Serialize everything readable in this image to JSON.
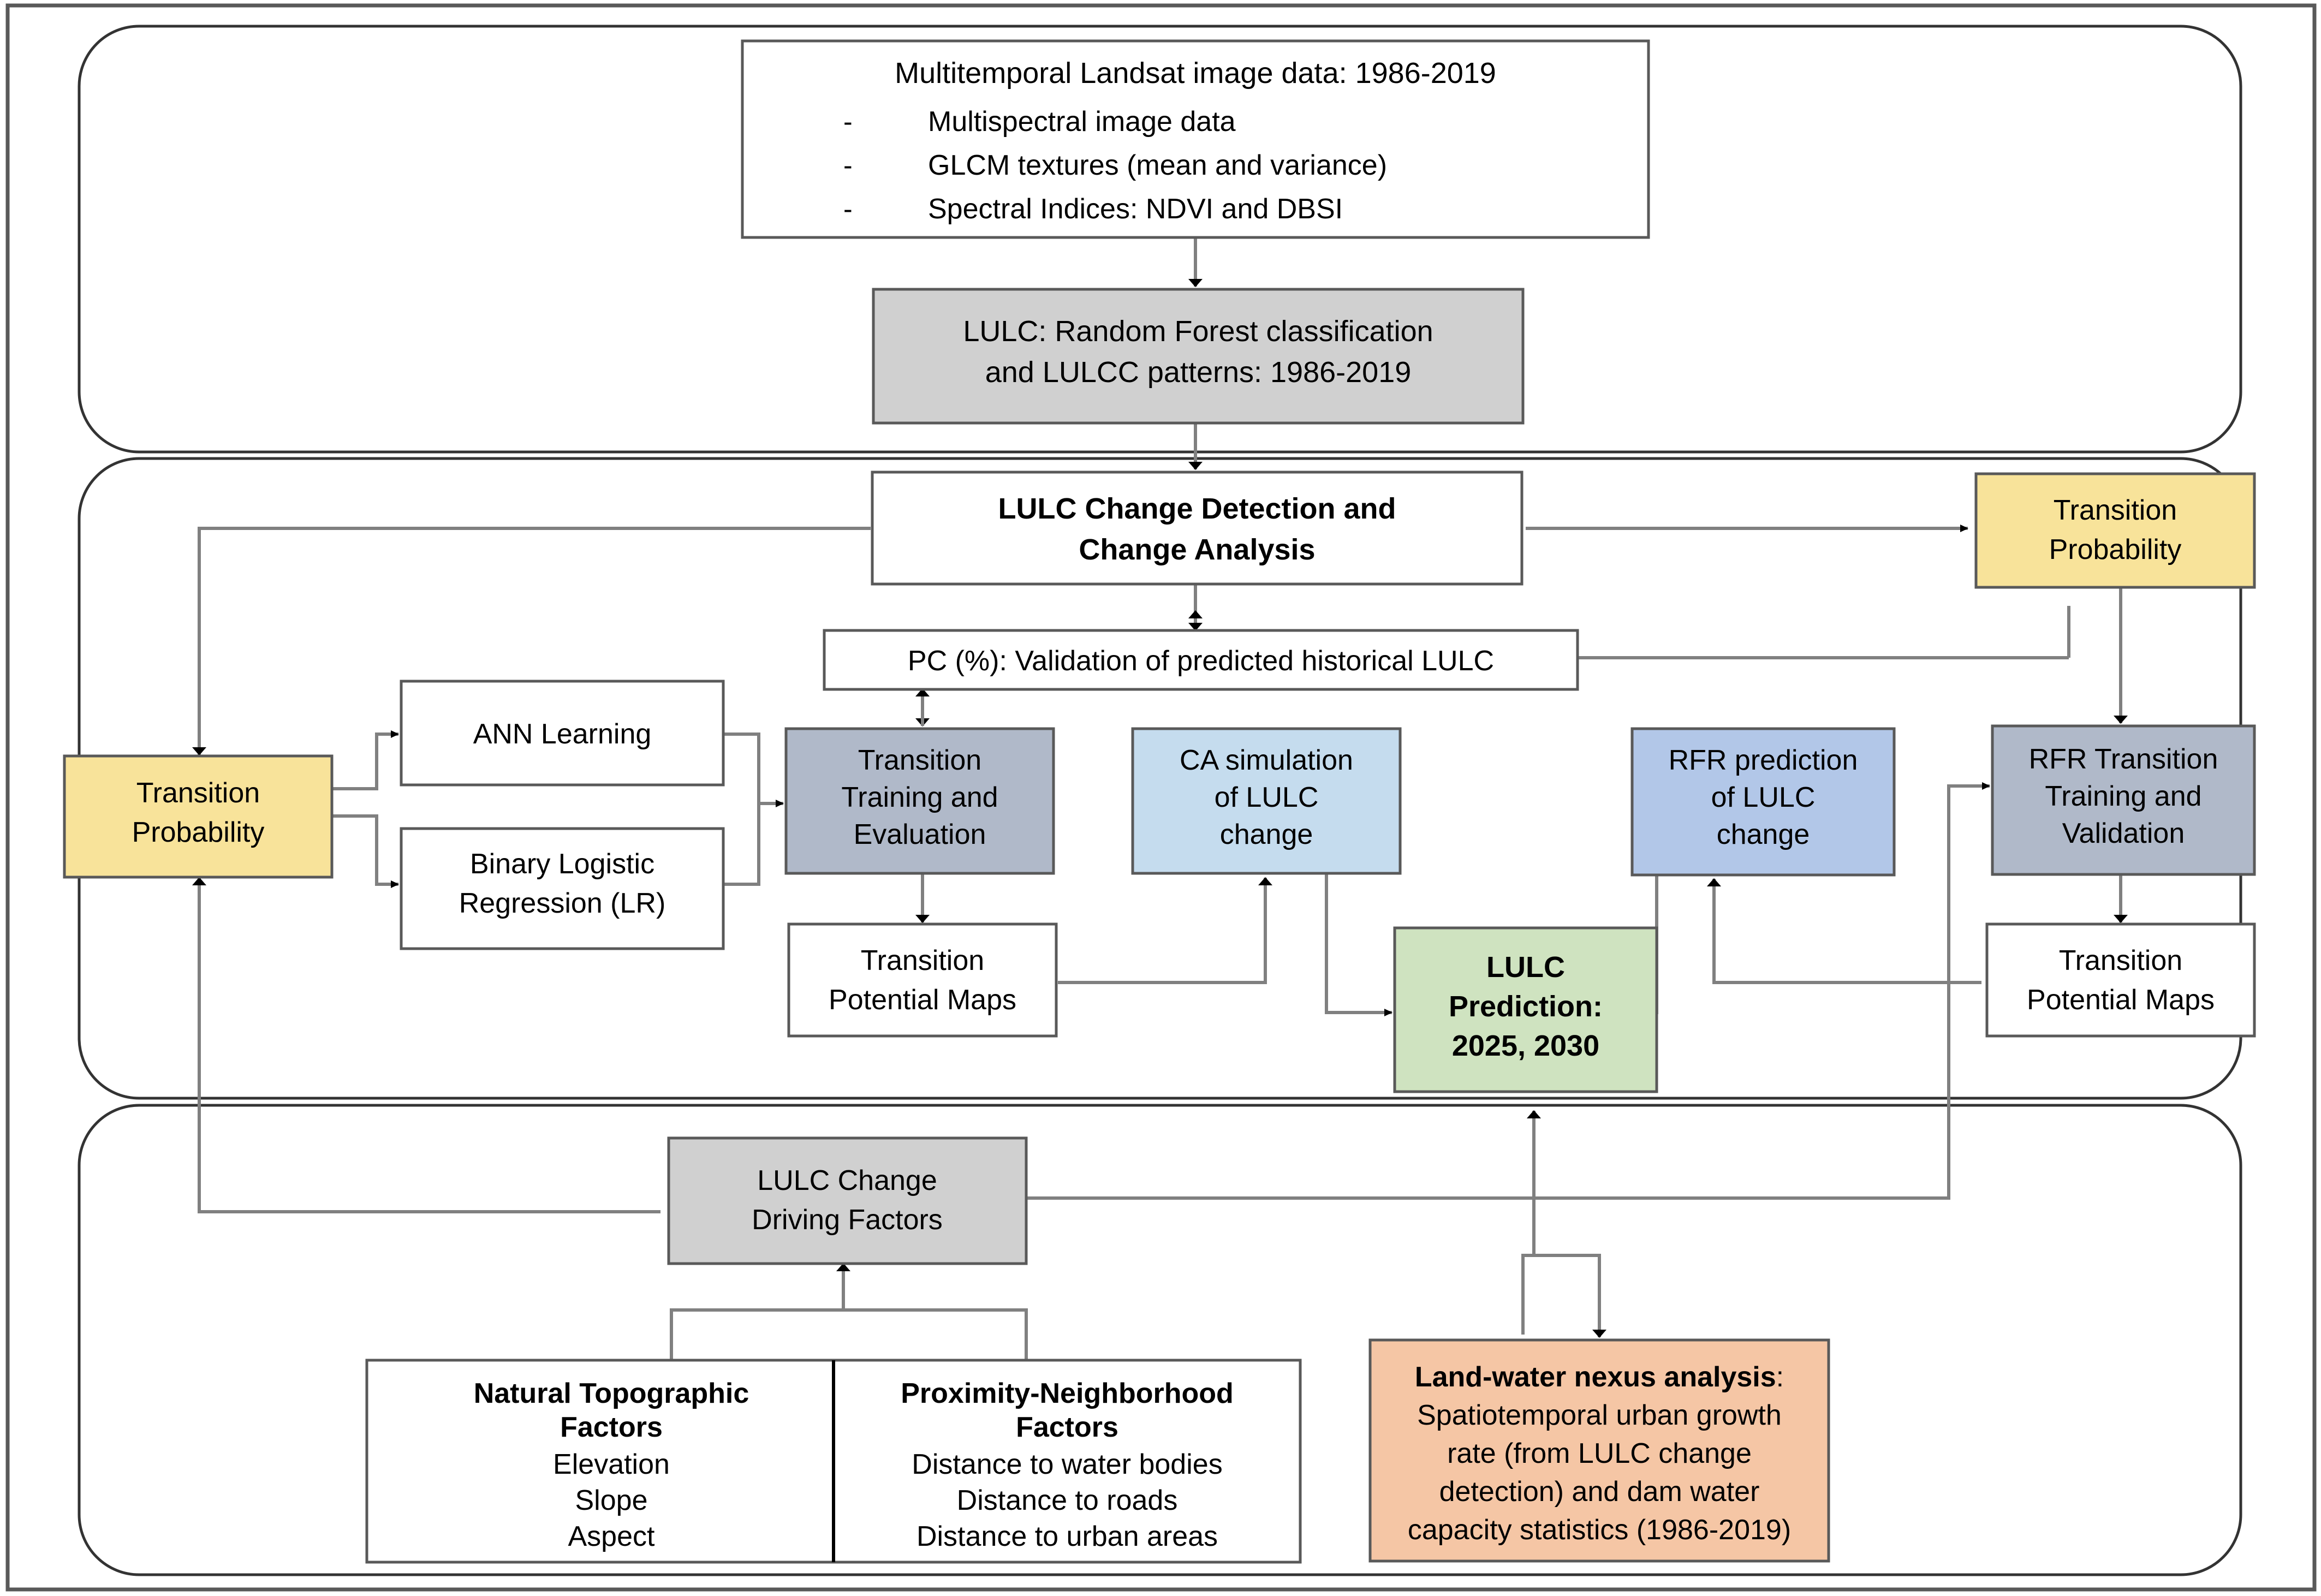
{
  "diagram": {
    "title": "LULC change modelling and land-water nexus workflow",
    "colors": {
      "white": "#ffffff",
      "grey_fill": "#d0d0d0",
      "yellow": "#f8e39a",
      "slate_blue": "#b0b9c9",
      "light_blue": "#c5dcee",
      "medium_blue": "#b2c7e8",
      "green": "#cfe3c0",
      "orange": "#f5c6a5",
      "border": "#595959",
      "line": "#808080",
      "arrow": "#000000"
    },
    "panels": [
      {
        "id": "panel-top",
        "name": "data-and-classification-panel"
      },
      {
        "id": "panel-middle",
        "name": "modelling-and-prediction-panel"
      },
      {
        "id": "panel-bottom",
        "name": "driving-factors-and-nexus-panel"
      }
    ],
    "nodes": {
      "landsat_input": {
        "title": "Multitemporal Landsat image data: 1986-2019",
        "bullets": [
          "Multispectral image data",
          "GLCM textures (mean and variance)",
          "Spectral Indices: NDVI and DBSI"
        ]
      },
      "rf_classification": {
        "line1": "LULC: Random Forest classification",
        "line2": "and LULCC patterns: 1986-2019"
      },
      "change_detection": {
        "line1": "LULC Change Detection and",
        "line2": "Change Analysis"
      },
      "transition_probability_right": {
        "line1": "Transition",
        "line2": "Probability"
      },
      "transition_probability_left": {
        "line1": "Transition",
        "line2": "Probability"
      },
      "pc_validation": {
        "text": "PC (%): Validation of predicted historical LULC"
      },
      "ann_learning": {
        "text": "ANN Learning"
      },
      "binary_lr": {
        "line1": "Binary Logistic",
        "line2": "Regression (LR)"
      },
      "transition_training": {
        "line1": "Transition",
        "line2": "Training and",
        "line3": "Evaluation"
      },
      "ca_simulation": {
        "line1": "CA simulation",
        "line2": "of LULC",
        "line3": "change"
      },
      "rfr_prediction": {
        "line1": "RFR prediction",
        "line2": "of LULC",
        "line3": "change"
      },
      "rfr_transition_training": {
        "line1": "RFR Transition",
        "line2": "Training and",
        "line3": "Validation"
      },
      "transition_potential_maps_left": {
        "line1": "Transition",
        "line2": "Potential Maps"
      },
      "transition_potential_maps_right": {
        "line1": "Transition",
        "line2": "Potential Maps"
      },
      "lulc_prediction": {
        "line1": "LULC",
        "line2": "Prediction:",
        "line3": "2025, 2030"
      },
      "driving_factors": {
        "line1": "LULC Change",
        "line2": "Driving Factors"
      },
      "natural_factors": {
        "heading1": "Natural Topographic",
        "heading2": "Factors",
        "items": [
          "Elevation",
          "Slope",
          "Aspect"
        ]
      },
      "proximity_factors": {
        "heading1": "Proximity-Neighborhood",
        "heading2": "Factors",
        "items": [
          "Distance to water bodies",
          "Distance to roads",
          "Distance to urban areas"
        ]
      },
      "land_water_nexus": {
        "heading": "Land-water nexus analysis",
        "line1": "Spatiotemporal urban growth",
        "line2": "rate (from LULC change",
        "line3": "detection) and dam water",
        "line4": "capacity statistics (1986-2019)"
      }
    }
  }
}
